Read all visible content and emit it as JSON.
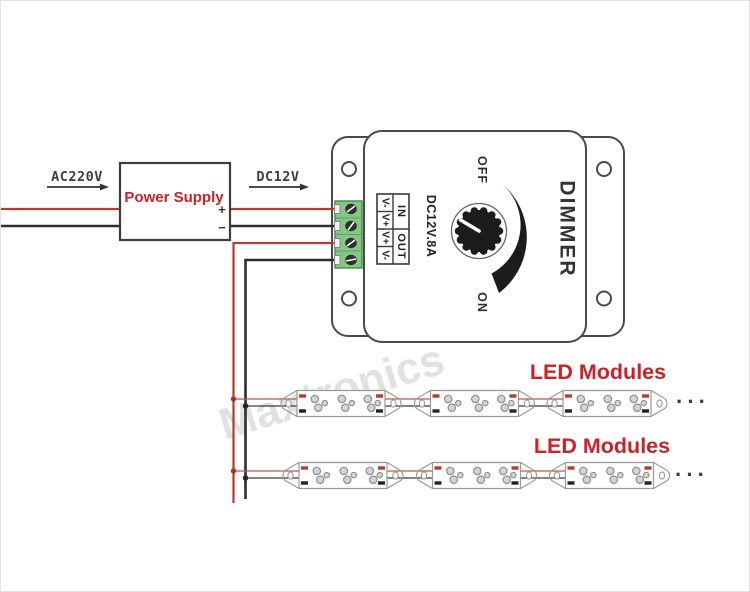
{
  "labels": {
    "ac_input": "AC220V",
    "dc_output": "DC12V"
  },
  "power_supply": {
    "name": "Power Supply",
    "plus": "+",
    "minus": "−"
  },
  "dimmer": {
    "name": "DIMMER",
    "rating": "DC12V.8A",
    "switch_off": "OFF",
    "switch_on": "ON",
    "port_in": "IN",
    "port_out": "OUT",
    "terminal_labels": [
      "V-",
      "V+",
      "V+",
      "V-"
    ]
  },
  "led_rows": [
    {
      "label": "LED Modules",
      "continuation": "···"
    },
    {
      "label": "LED Modules",
      "continuation": "···"
    }
  ],
  "watermark": "Maxtronics",
  "colors": {
    "accent_red": "#cc2127",
    "wire_positive": "#b8392e",
    "wire_negative": "#2d2d2d",
    "terminal_green": "#85c785"
  }
}
